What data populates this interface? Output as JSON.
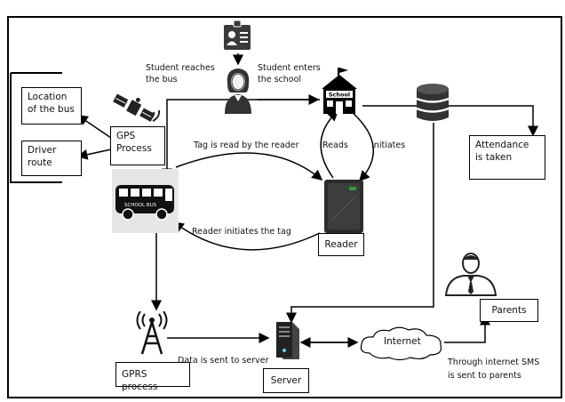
{
  "nodes": {
    "location": "Location of the bus",
    "driver": "Driver route",
    "gps": "GPS Process",
    "reader": "Reader",
    "attendance": "Attendance is taken",
    "parents": "Parents",
    "gprs": "GPRS process",
    "server": "Server",
    "internet": "Internet",
    "school_sign": "School",
    "bus_sign": "SCHOOL BUS"
  },
  "labels": {
    "student_reaches": "Student reaches the bus",
    "student_enters": "Student enters the school",
    "tag_read": "Tag is read by the reader",
    "reads": "Reads",
    "initiates": "Initiates",
    "reader_initiates": "Reader initiates  the  tag",
    "data_sent": "Data is sent to server",
    "sms_line1": "Through internet SMS",
    "sms_line2": "is sent to parents"
  },
  "icons": [
    "id-card-icon",
    "student-icon",
    "school-icon",
    "database-icon",
    "satellite-icon",
    "bus-icon",
    "rfid-reader-icon",
    "gprs-tower-icon",
    "server-icon",
    "cloud-icon",
    "parent-icon"
  ]
}
